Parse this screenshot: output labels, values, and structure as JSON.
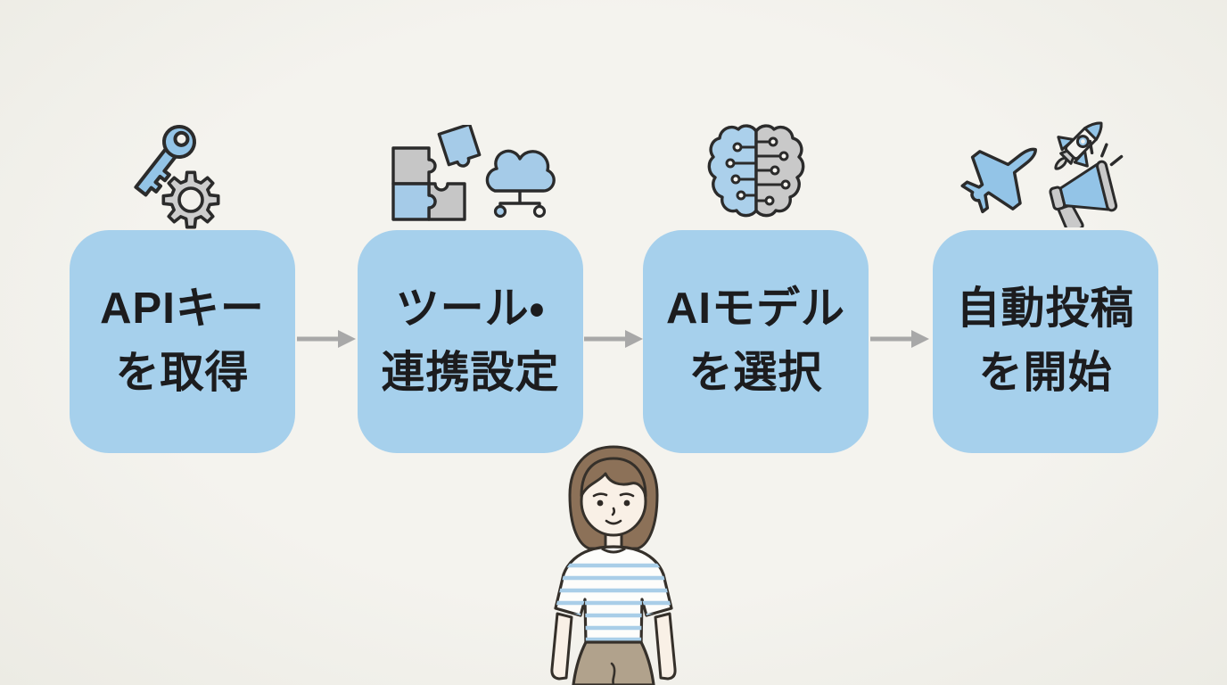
{
  "page": {
    "background": "#f2f1ec"
  },
  "flow": {
    "card_color": "#a6d0ec",
    "text_color": "#1c1c1e",
    "arrow_color": "#a8a8a8",
    "steps": [
      {
        "line1": "APIキー",
        "line2": "を取得",
        "icons": [
          "key-icon",
          "gear-icon"
        ]
      },
      {
        "line1": "ツール・",
        "line2": "連携設定",
        "icons": [
          "puzzle-pieces-icon",
          "cloud-network-icon"
        ]
      },
      {
        "line1": "AIモデル",
        "line2": "を選択",
        "icons": [
          "brain-circuit-icon"
        ]
      },
      {
        "line1": "自動投稿",
        "line2": "を開始",
        "icons": [
          "airplane-icon",
          "rocket-icon",
          "megaphone-icon"
        ]
      }
    ]
  },
  "illustration": {
    "name": "woman-illustration",
    "colors": {
      "hair": "#8c7158",
      "skin": "#f9f0e6",
      "shirt": "#fdfdfb",
      "shirt_stripes": "#a9cee8",
      "pants": "#b1a28c",
      "outline": "#35302a"
    }
  },
  "icon_colors": {
    "blue": "#93c4e7",
    "light_blue": "#a9cfe9",
    "gray": "#c9c9c9",
    "outline": "#2b2b2b"
  }
}
